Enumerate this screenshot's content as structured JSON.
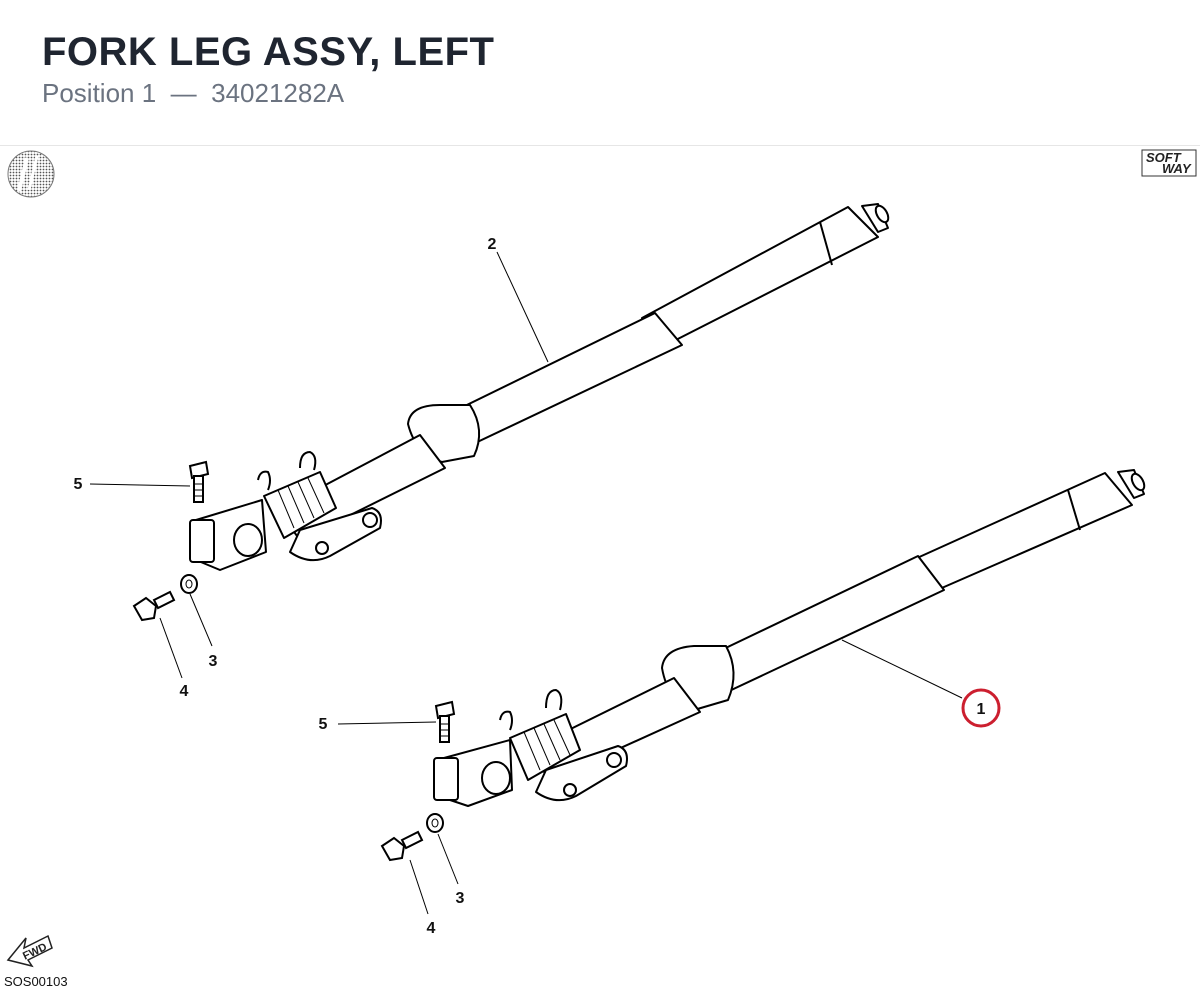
{
  "header": {
    "title": "FORK LEG ASSY, LEFT",
    "position_label": "Position 1",
    "separator": "—",
    "part_number": "34021282A"
  },
  "diagram": {
    "ref_code": "SOS00103",
    "brand_line1": "SOFT",
    "brand_line2": "WAY",
    "fwd_label": "FWD",
    "highlight_color": "#cc1f2f",
    "callouts": {
      "c1": "1",
      "c2": "2",
      "c3_upper": "3",
      "c4_upper": "4",
      "c5_upper": "5",
      "c3_lower": "3",
      "c4_lower": "4",
      "c5_lower": "5"
    }
  }
}
